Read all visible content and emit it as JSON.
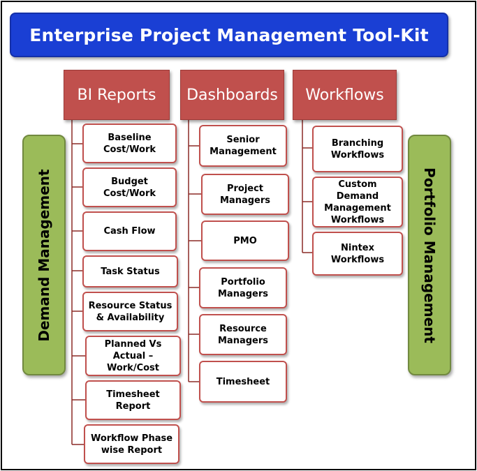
{
  "title": "Enterprise Project Management Tool-Kit",
  "columns": [
    {
      "heading": "BI Reports",
      "items": [
        "Baseline Cost/Work",
        "Budget Cost/Work",
        "Cash Flow",
        "Task Status",
        "Resource Status & Availability",
        "Planned Vs Actual – Work/Cost",
        "Timesheet Report",
        "Workflow Phase wise Report"
      ]
    },
    {
      "heading": "Dashboards",
      "items": [
        "Senior Management",
        "Project Managers",
        "PMO",
        "Portfolio Managers",
        "Resource Managers",
        "Timesheet"
      ]
    },
    {
      "heading": "Workflows",
      "items": [
        "Branching Workflows",
        "Custom Demand Management Workflows",
        "Nintex Workflows"
      ]
    }
  ],
  "left_panel": "Demand Management",
  "right_panel": "Portfolio Management",
  "colors": {
    "title_bg": "#1a3fd4",
    "heading_bg": "#c0504d",
    "item_border": "#c0504d",
    "panel_bg": "#9bbb59",
    "connector": "#8b2a26"
  }
}
